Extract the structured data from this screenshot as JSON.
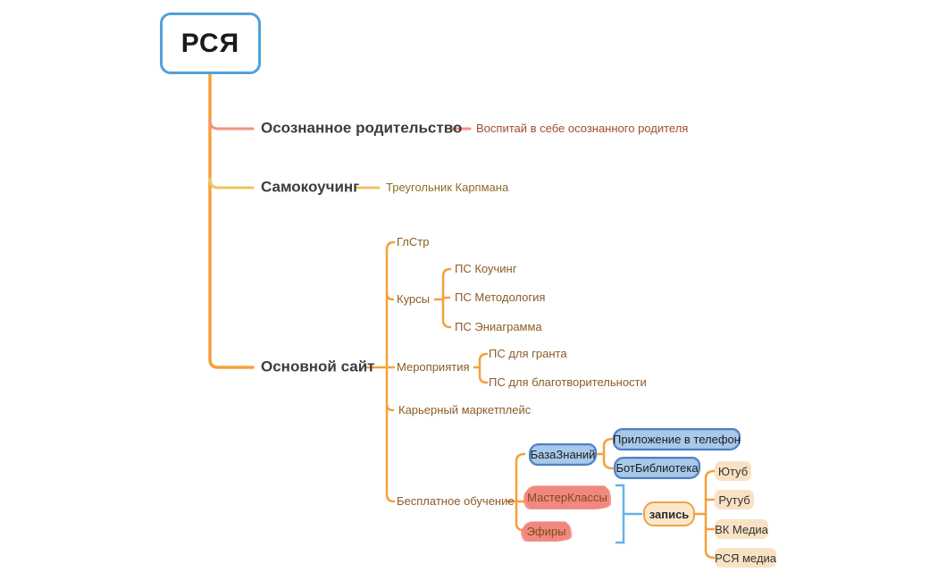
{
  "mindmap": {
    "root": {
      "label": "РСЯ"
    },
    "branches": [
      {
        "label": "Осознанное родительство",
        "children": [
          {
            "label": "Воспитай в себе осознанного родителя"
          }
        ]
      },
      {
        "label": "Самокоучинг",
        "children": [
          {
            "label": "Треугольник Карпмана"
          }
        ]
      },
      {
        "label": "Основной сайт",
        "children": [
          {
            "label": "ГлСтр"
          },
          {
            "label": "Курсы",
            "children": [
              {
                "label": "ПС Коучинг"
              },
              {
                "label": "ПС Методология"
              },
              {
                "label": "ПС Эниаграмма"
              }
            ]
          },
          {
            "label": "Мероприятия",
            "children": [
              {
                "label": "ПС для гранта"
              },
              {
                "label": "ПС для благотворительности"
              }
            ]
          },
          {
            "label": "Карьерный маркетплейс"
          },
          {
            "label": "Бесплатное обучение",
            "children": [
              {
                "label": "БазаЗнаний",
                "style": "blue-box",
                "children": [
                  {
                    "label": "Приложение в телефон",
                    "style": "blue-box"
                  },
                  {
                    "label": "БотБиблиотека",
                    "style": "blue-box"
                  }
                ]
              },
              {
                "label": "МастерКлассы",
                "style": "pink-highlight"
              },
              {
                "label": "Эфиры",
                "style": "pink-highlight"
              },
              {
                "label": "запись",
                "style": "outlined-peach-box",
                "children": [
                  {
                    "label": "Ютуб",
                    "style": "peach-box"
                  },
                  {
                    "label": "Рутуб",
                    "style": "peach-box"
                  },
                  {
                    "label": "ВК Медиа",
                    "style": "peach-box"
                  },
                  {
                    "label": "РСЯ медиа",
                    "style": "peach-box"
                  }
                ]
              }
            ]
          }
        ]
      }
    ],
    "colors": {
      "root_border": "#54A0DC",
      "trunk_orange": "#F5A03C",
      "branch_parenting_line": "#F2937C",
      "branch_selfcoaching_line": "#EDC45F",
      "blue_bracket": "#66B2E8",
      "blue_box_fill": "#A9C9EA",
      "blue_box_border": "#4D7FC3",
      "pink_highlight": "#F1887F",
      "peach_box_fill": "#F9E2C4",
      "peach_box_border": "#F2A33C",
      "topic_text": "#3C3C3C",
      "leaf_text_brown": "#8C5B28",
      "parenting_leaf_text": "#A24A30",
      "karpman_leaf_text": "#8F6D26"
    }
  }
}
